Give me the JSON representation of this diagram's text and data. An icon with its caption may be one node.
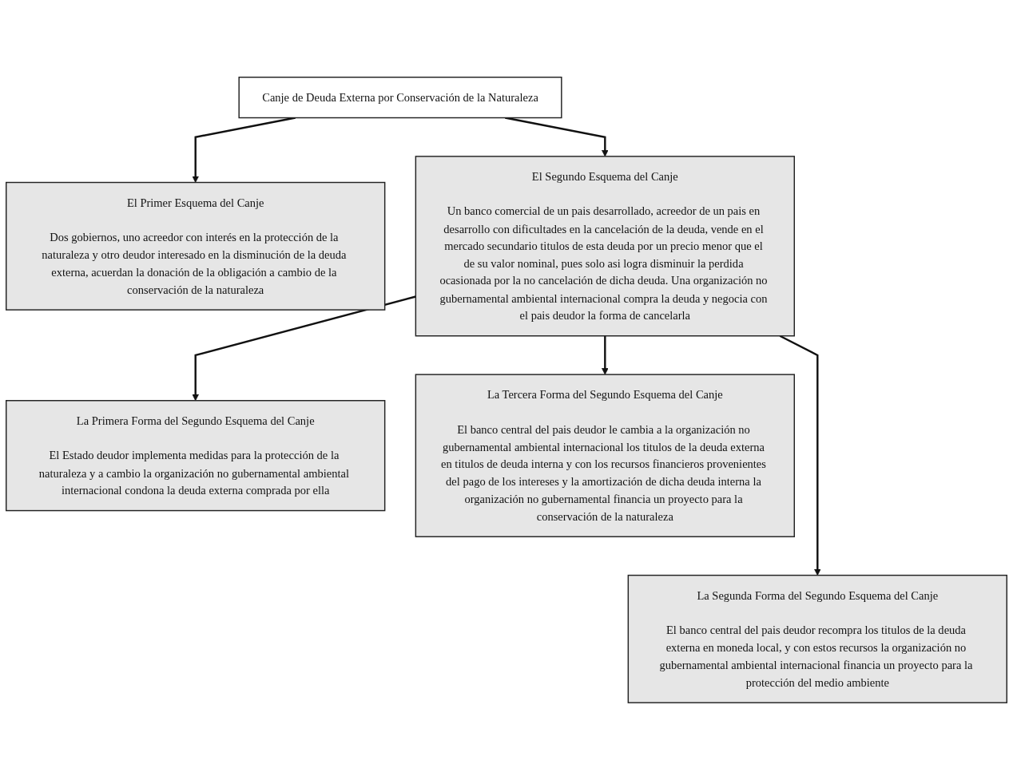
{
  "diagram": {
    "nodes": [
      {
        "text": [
          "Canje de Deuda Externa por Conservación de la Naturaleza"
        ]
      },
      {
        "text": [
          "El Primer Esquema del Canje",
          "Dos gobiernos, uno acreedor con interés en la protección de la naturaleza y otro deudor interesado en la disminución de la deuda externa, acuerdan la donación de la obligación a cambio de la conservación de la naturaleza"
        ]
      },
      {
        "text": [
          "El Segundo Esquema del Canje",
          "Un banco comercial de un pais desarrollado, acreedor de un pais en desarrollo con dificultades en la cancelación de la deuda, vende en el mercado secundario titulos de esta deuda por un precio menor que el de su valor nominal, pues solo asi logra disminuir la perdida ocasionada por la no cancelación de dicha deuda. Una organización no gubernamental ambiental internacional compra la deuda y negocia con el pais deudor la forma de cancelarla"
        ]
      },
      {
        "text": [
          "La Primera Forma del Segundo Esquema del Canje",
          "El Estado deudor implementa medidas para la protección de la naturaleza y a cambio la organización no gubernamental ambiental internacional condona la deuda externa comprada por ella"
        ]
      },
      {
        "text": [
          "La Tercera Forma del Segundo Esquema del Canje",
          "El banco central del pais deudor le cambia a la organización no gubernamental ambiental internacional los titulos de la deuda externa en titulos de deuda interna y con los recursos financieros provenientes del pago de los intereses y la amortización de dicha deuda interna la organización no gubernamental financia un proyecto para la conservación de la naturaleza"
        ]
      },
      {
        "text": [
          "La Segunda Forma del Segundo Esquema del Canje",
          "El banco central del pais deudor recompra los titulos de la deuda externa en moneda local, y con estos recursos la organización no gubernamental ambiental internacional financia un proyecto para la protección del medio ambiente"
        ]
      }
    ],
    "edges": [
      {
        "from": 0,
        "to": 1,
        "arrow": "to"
      },
      {
        "from": 0,
        "to": 2,
        "arrow": "to"
      },
      {
        "from": 2,
        "to": 3,
        "arrow": "to"
      },
      {
        "from": 2,
        "to": 4,
        "arrow": "to"
      },
      {
        "from": 2,
        "to": 5,
        "arrow": "to"
      }
    ]
  }
}
